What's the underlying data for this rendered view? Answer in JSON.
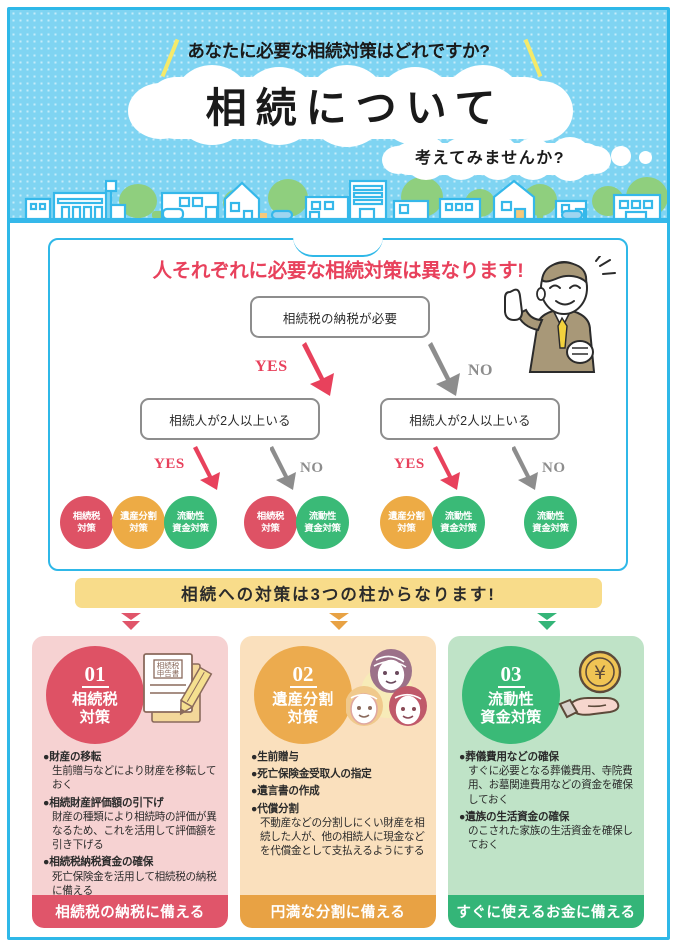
{
  "header": {
    "tagline": "あなたに必要な相続対策はどれですか?",
    "title": "相続について",
    "subtitle": "考えてみませんか?",
    "bg_color": "#7fd4f2",
    "accent_color": "#2fb8e8"
  },
  "flowchart": {
    "heading": "人それぞれに必要な相続対策は異なります!",
    "heading_color": "#e8415c",
    "root_node": "相続税の納税が必要",
    "left_node": "相続人が2人以上いる",
    "right_node": "相続人が2人以上いる",
    "yes_label": "YES",
    "no_label": "NO",
    "branches": [
      {
        "path": "yes-yes",
        "items": [
          "相続税\n対策",
          "遺産分割\n対策",
          "流動性\n資金対策"
        ]
      },
      {
        "path": "yes-no",
        "items": [
          "相続税\n対策",
          "流動性\n資金対策"
        ]
      },
      {
        "path": "no-yes",
        "items": [
          "遺産分割\n対策",
          "流動性\n資金対策"
        ]
      },
      {
        "path": "no-no",
        "items": [
          "流動性\n資金対策"
        ]
      }
    ],
    "circle_labels": {
      "inheritance_tax_l1": "相続税",
      "inheritance_tax_l2": "対策",
      "estate_division_l1": "遺産分割",
      "estate_division_l2": "対策",
      "liquidity_l1": "流動性",
      "liquidity_l2": "資金対策"
    },
    "colors": {
      "red": "#de5265",
      "orange": "#edab45",
      "green": "#3aba77",
      "gray": "#8d8d8d"
    }
  },
  "banner": {
    "text": "相続への対策は3つの柱からなります!",
    "bg_color": "#f8dc8a"
  },
  "cards": [
    {
      "number": "01",
      "name_line1": "相続税",
      "name_line2": "対策",
      "icon": "tax-return-document-icon",
      "icon_text_line1": "相続税",
      "icon_text_line2": "申告書",
      "bullets": [
        {
          "title": "●財産の移転",
          "detail": "生前贈与などにより財産を移転しておく"
        },
        {
          "title": "●相続財産評価額の引下げ",
          "detail": "財産の種類により相続時の評価が異なるため、これを活用して評価額を引き下げる"
        },
        {
          "title": "●相続税納税資金の確保",
          "detail": "死亡保険金を活用して相続税の納税に備える"
        }
      ],
      "footer": "相続税の納税に備える",
      "bg_color": "#f6d2d2",
      "accent_color": "#de5265",
      "footer_color": "#e0556a"
    },
    {
      "number": "02",
      "name_line1": "遺産分割",
      "name_line2": "対策",
      "icon": "family-faces-icon",
      "bullets": [
        {
          "title": "●生前贈与",
          "detail": ""
        },
        {
          "title": "●死亡保険金受取人の指定",
          "detail": ""
        },
        {
          "title": "●遺言書の作成",
          "detail": ""
        },
        {
          "title": "●代償分割",
          "detail": "不動産などの分割しにくい財産を相続した人が、他の相続人に現金などを代償金として支払えるようにする"
        }
      ],
      "footer": "円満な分割に備える",
      "bg_color": "#fae0bd",
      "accent_color": "#ecab4e",
      "footer_color": "#e8a244"
    },
    {
      "number": "03",
      "name_line1": "流動性",
      "name_line2": "資金対策",
      "icon": "hand-with-yen-coin-icon",
      "bullets": [
        {
          "title": "●葬儀費用などの確保",
          "detail": "すぐに必要となる葬儀費用、寺院費用、お墓関連費用などの資金を確保しておく"
        },
        {
          "title": "●遺族の生活資金の確保",
          "detail": "のこされた家族の生活資金を確保しておく"
        }
      ],
      "footer": "すぐに使えるお金に備える",
      "bg_color": "#bfe3c7",
      "accent_color": "#3aba77",
      "footer_color": "#34b578"
    }
  ]
}
